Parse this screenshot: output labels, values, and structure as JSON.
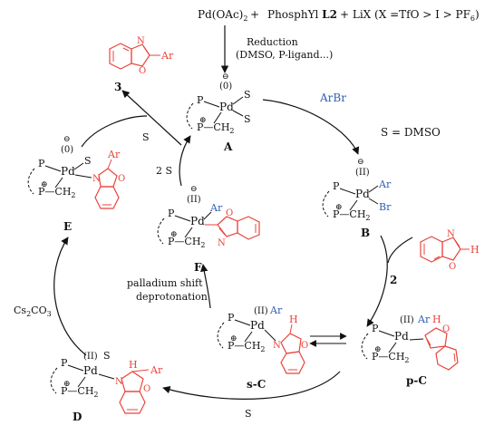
{
  "top_reaction": {
    "pd_reagent": "Pd(OAc)",
    "pd_sub": "2",
    "plus1": "+",
    "phosphyl": "PhosphYl ",
    "ligand": "L2",
    "plus2": "+ LiX (X =TfO > I > PF",
    "pf_sub": "6",
    "close": ")"
  },
  "reduction_label": "Reduction",
  "reduction_conditions": "(DMSO, P-ligand...)",
  "s_definition": "S = DMSO",
  "arbr": "ArBr",
  "cs2co3": "Cs",
  "cs2co3_sub1": "2",
  "cs2co3_mid": "CO",
  "cs2co3_sub2": "3",
  "palladium_shift": "palladium shift",
  "deprotonation": "deprotonation",
  "arrow_S_label_1": "S",
  "arrow_2S_label": "2 S",
  "arrow_S_label_2": "S",
  "compound_labels": {
    "A": "A",
    "B": "B",
    "E": "E",
    "F": "F",
    "D": "D",
    "sC": "s-C",
    "pC": "p-C",
    "n3": "3",
    "n2": "2"
  },
  "atoms": {
    "P": "P",
    "Pd": "Pd",
    "S": "S",
    "Br": "Br",
    "Ar": "Ar",
    "N": "N",
    "O": "O",
    "H": "H",
    "CH": "P—CH",
    "CH2sub": "2",
    "ox0": "(0)",
    "ox2": "(II)",
    "minus": "−",
    "plus": "+"
  },
  "colors": {
    "product": "#e8453c",
    "ar": "#2f5fb5",
    "ink": "#111111"
  }
}
